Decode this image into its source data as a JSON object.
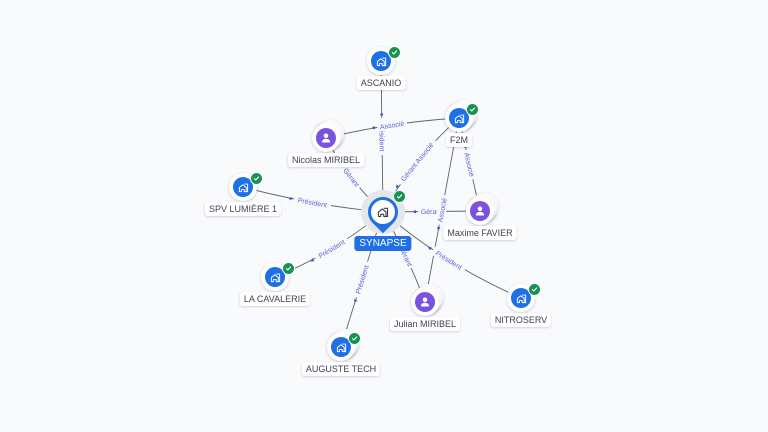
{
  "graph": {
    "center": {
      "id": "synapse",
      "label": "SYNAPSE",
      "type": "company",
      "verified": true
    },
    "nodes": [
      {
        "id": "ascanio",
        "label": "ASCANIO",
        "type": "company",
        "verified": true
      },
      {
        "id": "nicolas",
        "label": "Nicolas MIRIBEL",
        "type": "person",
        "verified": false
      },
      {
        "id": "f2m",
        "label": "F2M",
        "type": "company",
        "verified": true
      },
      {
        "id": "spv",
        "label": "SPV LUMIÈRE 1",
        "type": "company",
        "verified": true
      },
      {
        "id": "maxime",
        "label": "Maxime FAVIER",
        "type": "person",
        "verified": false
      },
      {
        "id": "cavalerie",
        "label": "LA CAVALERIE",
        "type": "company",
        "verified": true
      },
      {
        "id": "julian",
        "label": "Julian MIRIBEL",
        "type": "person",
        "verified": false
      },
      {
        "id": "nitroserv",
        "label": "NITROSERV",
        "type": "company",
        "verified": true
      },
      {
        "id": "auguste",
        "label": "AUGUSTE TECH",
        "type": "company",
        "verified": true
      }
    ],
    "edges": [
      {
        "from": "synapse",
        "to": "ascanio",
        "label": "Président"
      },
      {
        "from": "nicolas",
        "to": "synapse",
        "label": "Gérant"
      },
      {
        "from": "nicolas",
        "to": "f2m",
        "label": "Associé"
      },
      {
        "from": "synapse",
        "to": "f2m",
        "label": "Gérant Associé"
      },
      {
        "from": "synapse",
        "to": "spv",
        "label": "Président"
      },
      {
        "from": "maxime",
        "to": "synapse",
        "label": "Gérant"
      },
      {
        "from": "maxime",
        "to": "f2m",
        "label": "Associé"
      },
      {
        "from": "julian",
        "to": "f2m",
        "label": "Associé"
      },
      {
        "from": "synapse",
        "to": "cavalerie",
        "label": "Président"
      },
      {
        "from": "julian",
        "to": "synapse",
        "label": "Gérant"
      },
      {
        "from": "synapse",
        "to": "nitroserv",
        "label": "Président"
      },
      {
        "from": "synapse",
        "to": "auguste",
        "label": "Président"
      }
    ]
  },
  "icons": {
    "company": "building-icon",
    "person": "user-icon",
    "verified": "check-icon"
  },
  "colors": {
    "company": "#1f6fe5",
    "person": "#7b52e0",
    "verified": "#17924f",
    "edge_label": "#5a5fd6"
  }
}
